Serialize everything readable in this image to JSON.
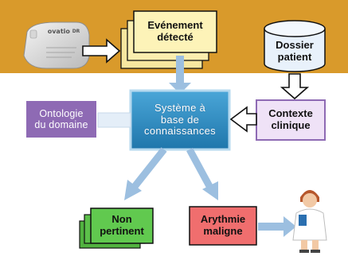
{
  "diagram": {
    "device_label": "ovatio",
    "device_label_suffix": "DR",
    "event_label": "Evénement\ndétecté",
    "patient_record_label": "Dossier\npatient",
    "clinical_context_label": "Contexte\nclinique",
    "knowledge_system_label": "Système à\nbase de\nconnaissances",
    "domain_ontology_label": "Ontologie\ndu domaine",
    "not_relevant_label": "Non\npertinent",
    "malignant_arrhythmia_label": "Arythmie\nmaligne"
  },
  "colors": {
    "header_band": "#d99a2b",
    "event_box": "#fdf3b8",
    "knowledge_box": "#2b8cc4",
    "ontology_box": "#8e6ab4",
    "context_box": "#efe2f7",
    "not_relevant_box": "#61c94f",
    "arrhythmia_box": "#f06e6e",
    "flow_arrow": "#9cbfe0"
  }
}
